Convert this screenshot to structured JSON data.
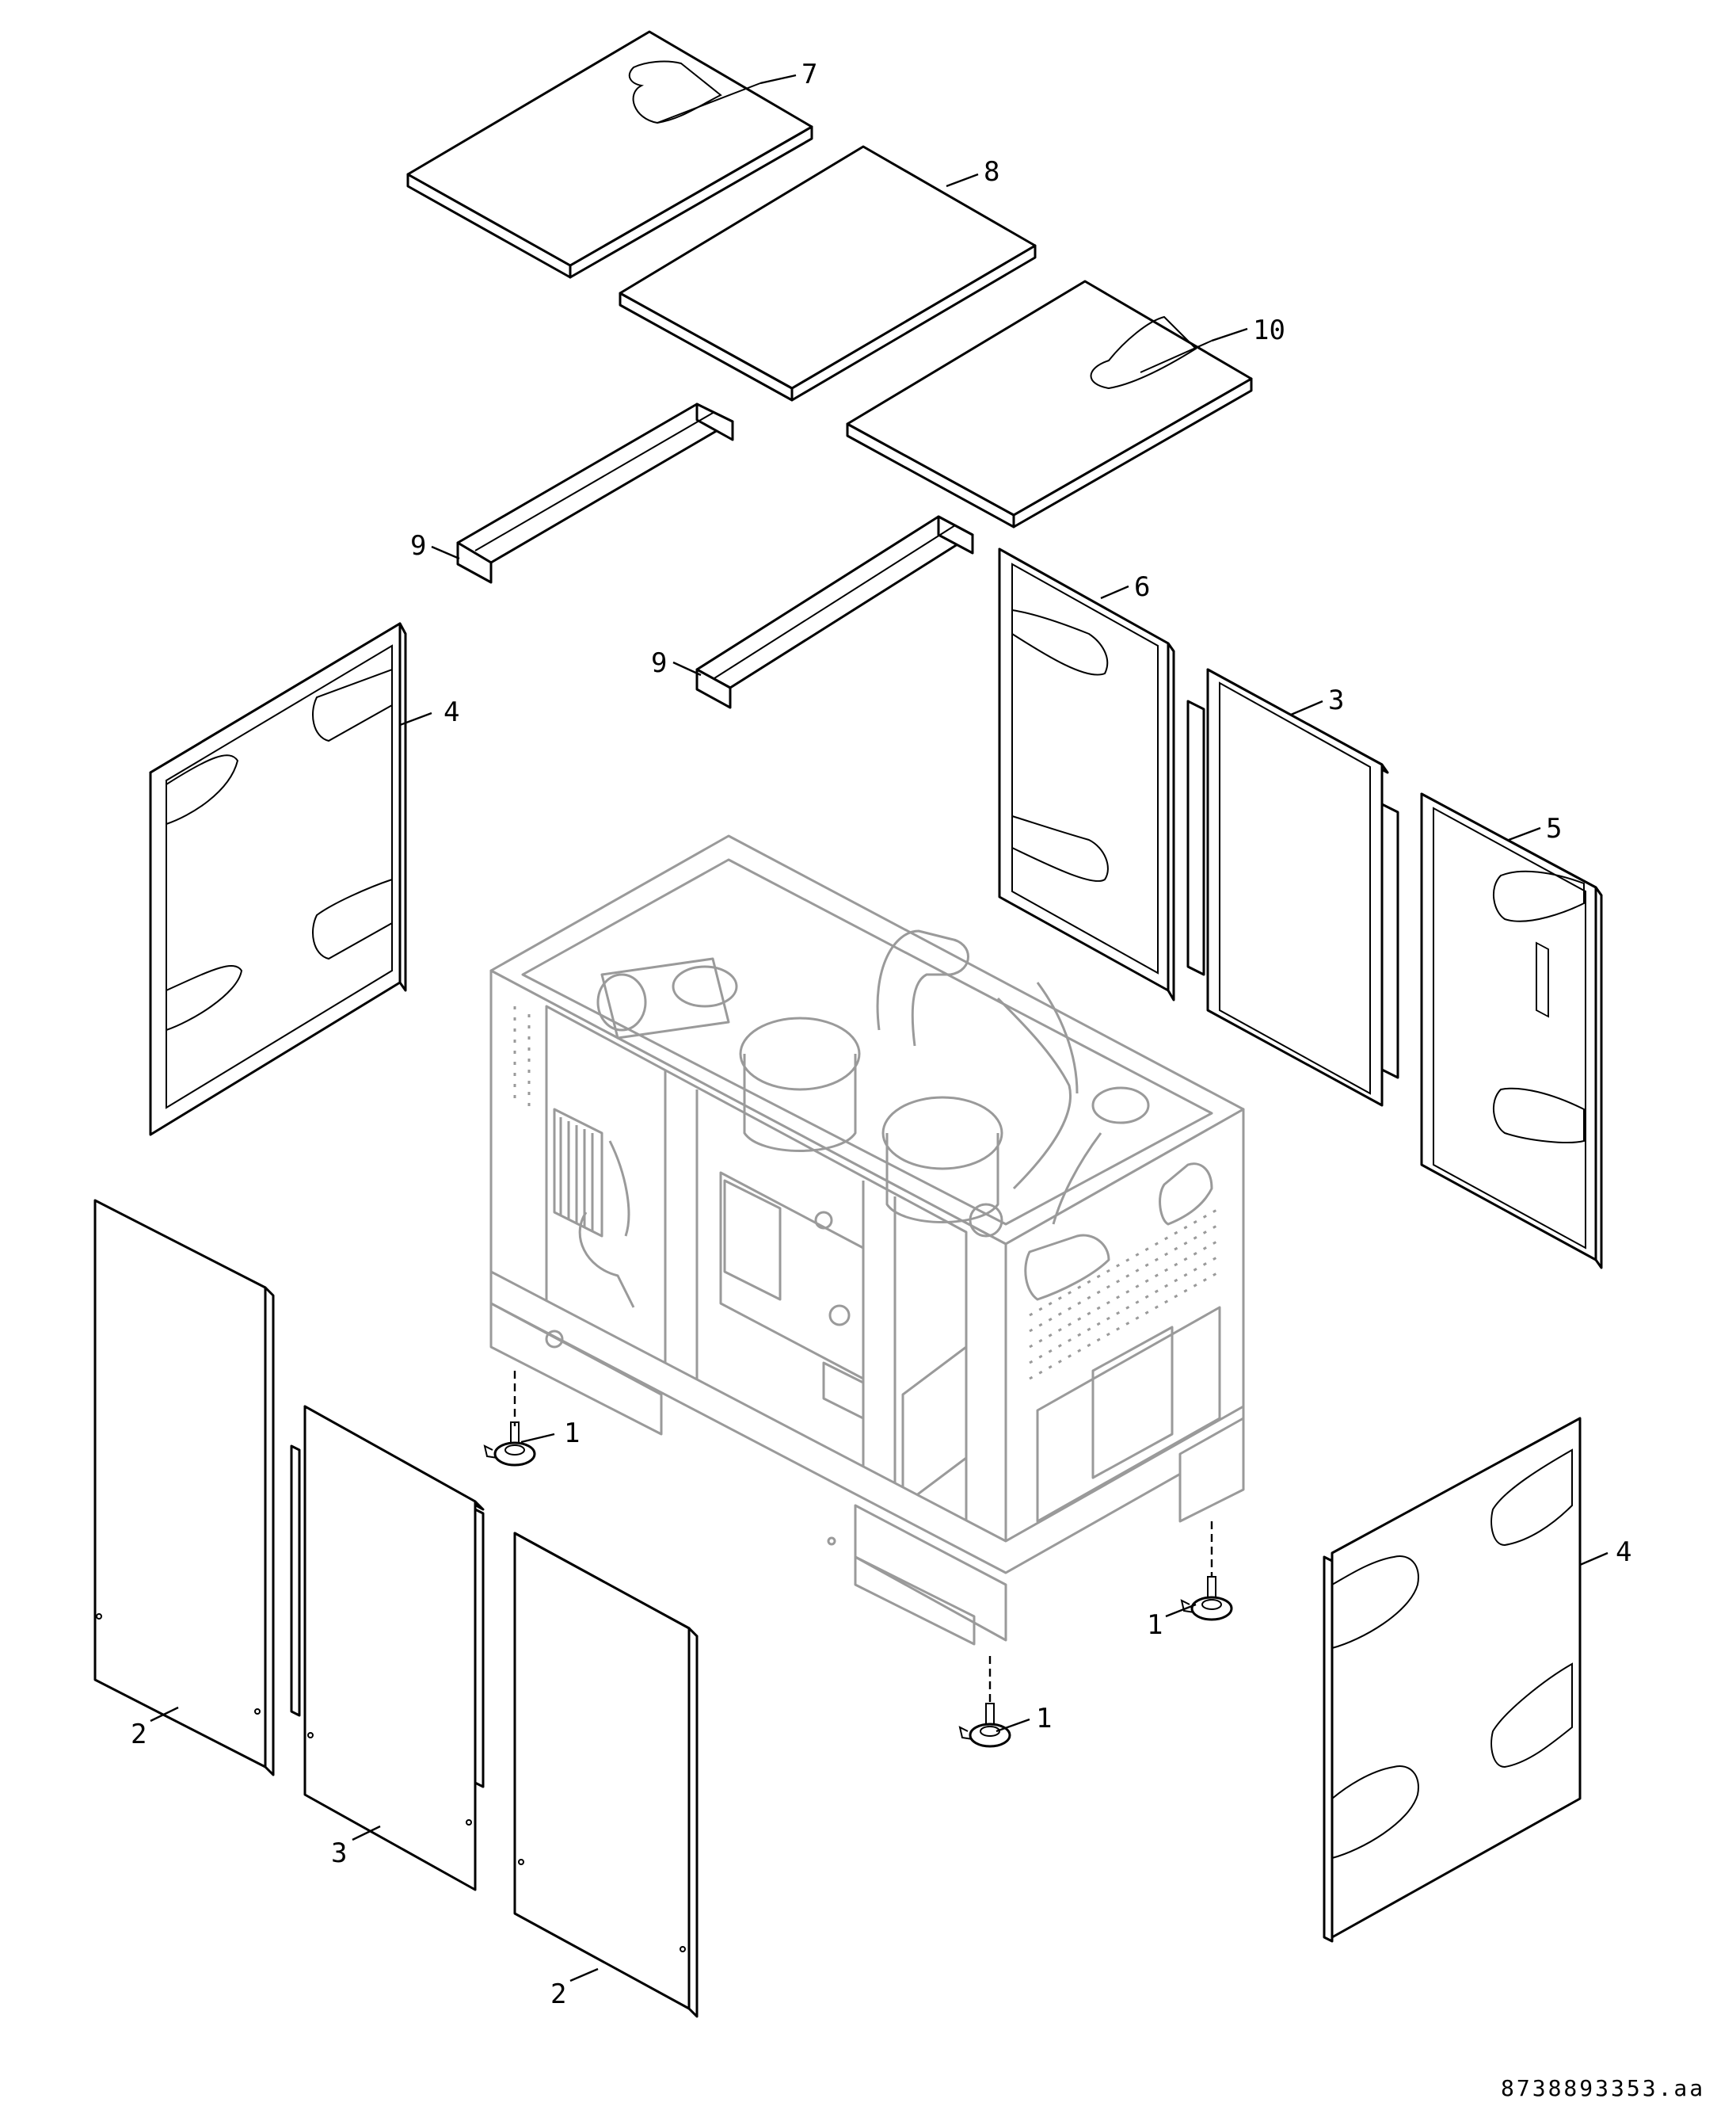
{
  "figure": {
    "document_number": "8738893353.aa",
    "callouts": {
      "foot_left": "1",
      "foot_right": "1",
      "foot_front": "1",
      "front_panel_left": "2",
      "front_panel_right": "2",
      "front_panel_middle": "3",
      "rear_panel_middle": "3",
      "side_panel_left": "4",
      "side_panel_right": "4",
      "rear_panel_right": "5",
      "rear_panel_left": "6",
      "top_cover_left": "7",
      "top_cover_middle": "8",
      "top_rail_back": "9",
      "top_rail_front": "9",
      "top_cover_right": "10"
    }
  }
}
